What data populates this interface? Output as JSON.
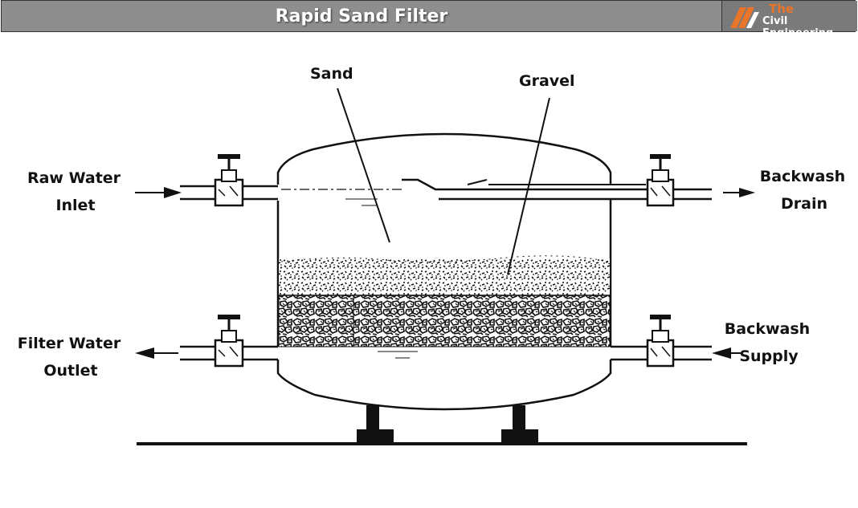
{
  "header": {
    "title": "Rapid Sand Filter",
    "logo_line1": "The",
    "logo_line2": "Civil Engineering",
    "accent": "#e8752a"
  },
  "labels": {
    "sand": "Sand",
    "gravel": "Gravel",
    "raw_water_1": "Raw Water",
    "raw_water_2": "Inlet",
    "filter_water_1": "Filter Water",
    "filter_water_2": "Outlet",
    "backwash_drain_1": "Backwash",
    "backwash_drain_2": "Drain",
    "backwash_supply_1": "Backwash",
    "backwash_supply_2": "Supply"
  }
}
